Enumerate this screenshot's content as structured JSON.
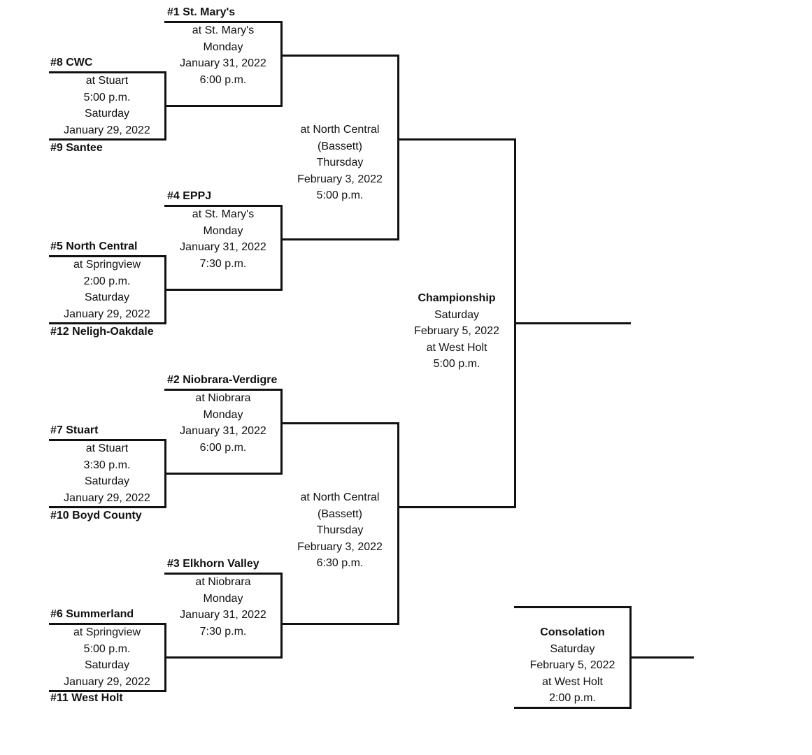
{
  "first_round": [
    {
      "top": "#8  CWC",
      "bottom": "#9  Santee",
      "details": [
        "at Stuart",
        "5:00 p.m.",
        "Saturday",
        "January 29, 2022"
      ]
    },
    {
      "top": "#5  North Central",
      "bottom": "#12  Neligh-Oakdale",
      "details": [
        "at Springview",
        "2:00 p.m.",
        "Saturday",
        "January 29, 2022"
      ]
    },
    {
      "top": "#7  Stuart",
      "bottom": "#10  Boyd County",
      "details": [
        "at Stuart",
        "3:30 p.m.",
        "Saturday",
        "January 29, 2022"
      ]
    },
    {
      "top": "#6  Summerland",
      "bottom": "#11  West Holt",
      "details": [
        "at Springview",
        "5:00 p.m.",
        "Saturday",
        "January 29, 2022"
      ]
    }
  ],
  "quarterfinals": [
    {
      "seed": "#1  St. Mary's",
      "details": [
        "at St. Mary's",
        "Monday",
        "January 31, 2022",
        "6:00 p.m."
      ]
    },
    {
      "seed": "#4  EPPJ",
      "details": [
        "at St. Mary's",
        "Monday",
        "January 31, 2022",
        "7:30 p.m."
      ]
    },
    {
      "seed": "#2  Niobrara-Verdigre",
      "details": [
        "at Niobrara",
        "Monday",
        "January 31, 2022",
        "6:00 p.m."
      ]
    },
    {
      "seed": "#3  Elkhorn Valley",
      "details": [
        "at Niobrara",
        "Monday",
        "January 31, 2022",
        "7:30 p.m."
      ]
    }
  ],
  "semifinals": [
    {
      "details": [
        "at North Central",
        "(Bassett)",
        "Thursday",
        "February 3, 2022",
        "5:00 p.m."
      ]
    },
    {
      "details": [
        "at North Central",
        "(Bassett)",
        "Thursday",
        "February 3, 2022",
        "6:30 p.m."
      ]
    }
  ],
  "championship": {
    "title": "Championship",
    "details": [
      "Saturday",
      "February 5, 2022",
      "at West Holt",
      "5:00 p.m."
    ]
  },
  "consolation": {
    "title": "Consolation",
    "details": [
      "Saturday",
      "February 5, 2022",
      "at West Holt",
      "2:00 p.m."
    ]
  }
}
